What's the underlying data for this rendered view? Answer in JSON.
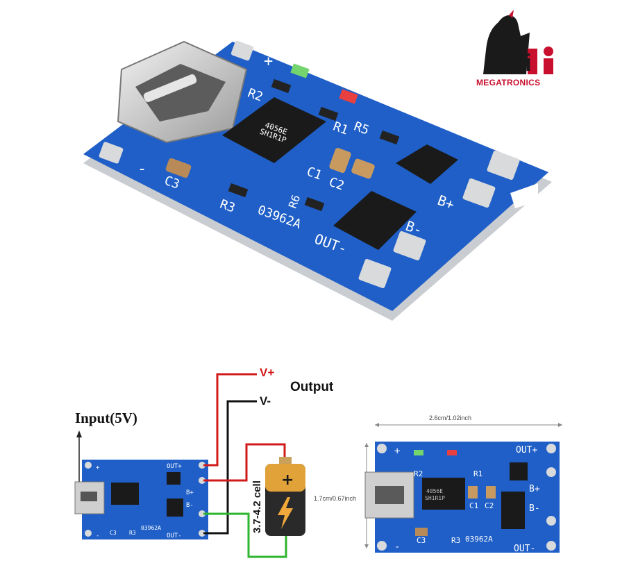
{
  "logo": {
    "letters": "Mi",
    "name": "MEGATRONICS",
    "color": "#c8102e"
  },
  "board_photo": {
    "silkscreen": {
      "plus": "+",
      "minus": "-",
      "out_plus": "OUT+",
      "out_minus": "OUT-",
      "b_plus": "B+",
      "b_minus": "B-",
      "r1": "R1",
      "r2": "R2",
      "r3": "R3",
      "r5": "R5",
      "r6": "R6",
      "c1": "C1",
      "c2": "C2",
      "c3": "C3",
      "code": "03962A",
      "chip_line1": "4056E",
      "chip_line2": "SH1R1P"
    },
    "colors": {
      "pcb": "#1f5fc7",
      "pcb_edge": "#c9ccd0",
      "pad": "#d9dadb"
    }
  },
  "wiring": {
    "input_label": "Input(5V)",
    "v_plus": "V+",
    "v_minus": "V-",
    "output_label": "Output",
    "battery_label": "3.7-4.2 cell",
    "colors": {
      "positive": "#d11a1a",
      "negative": "#111111",
      "battery_neg": "#2db52d"
    }
  },
  "dimension_view": {
    "width_label": "2.6cm/1.02inch",
    "height_label": "1.7cm/0.67inch"
  }
}
